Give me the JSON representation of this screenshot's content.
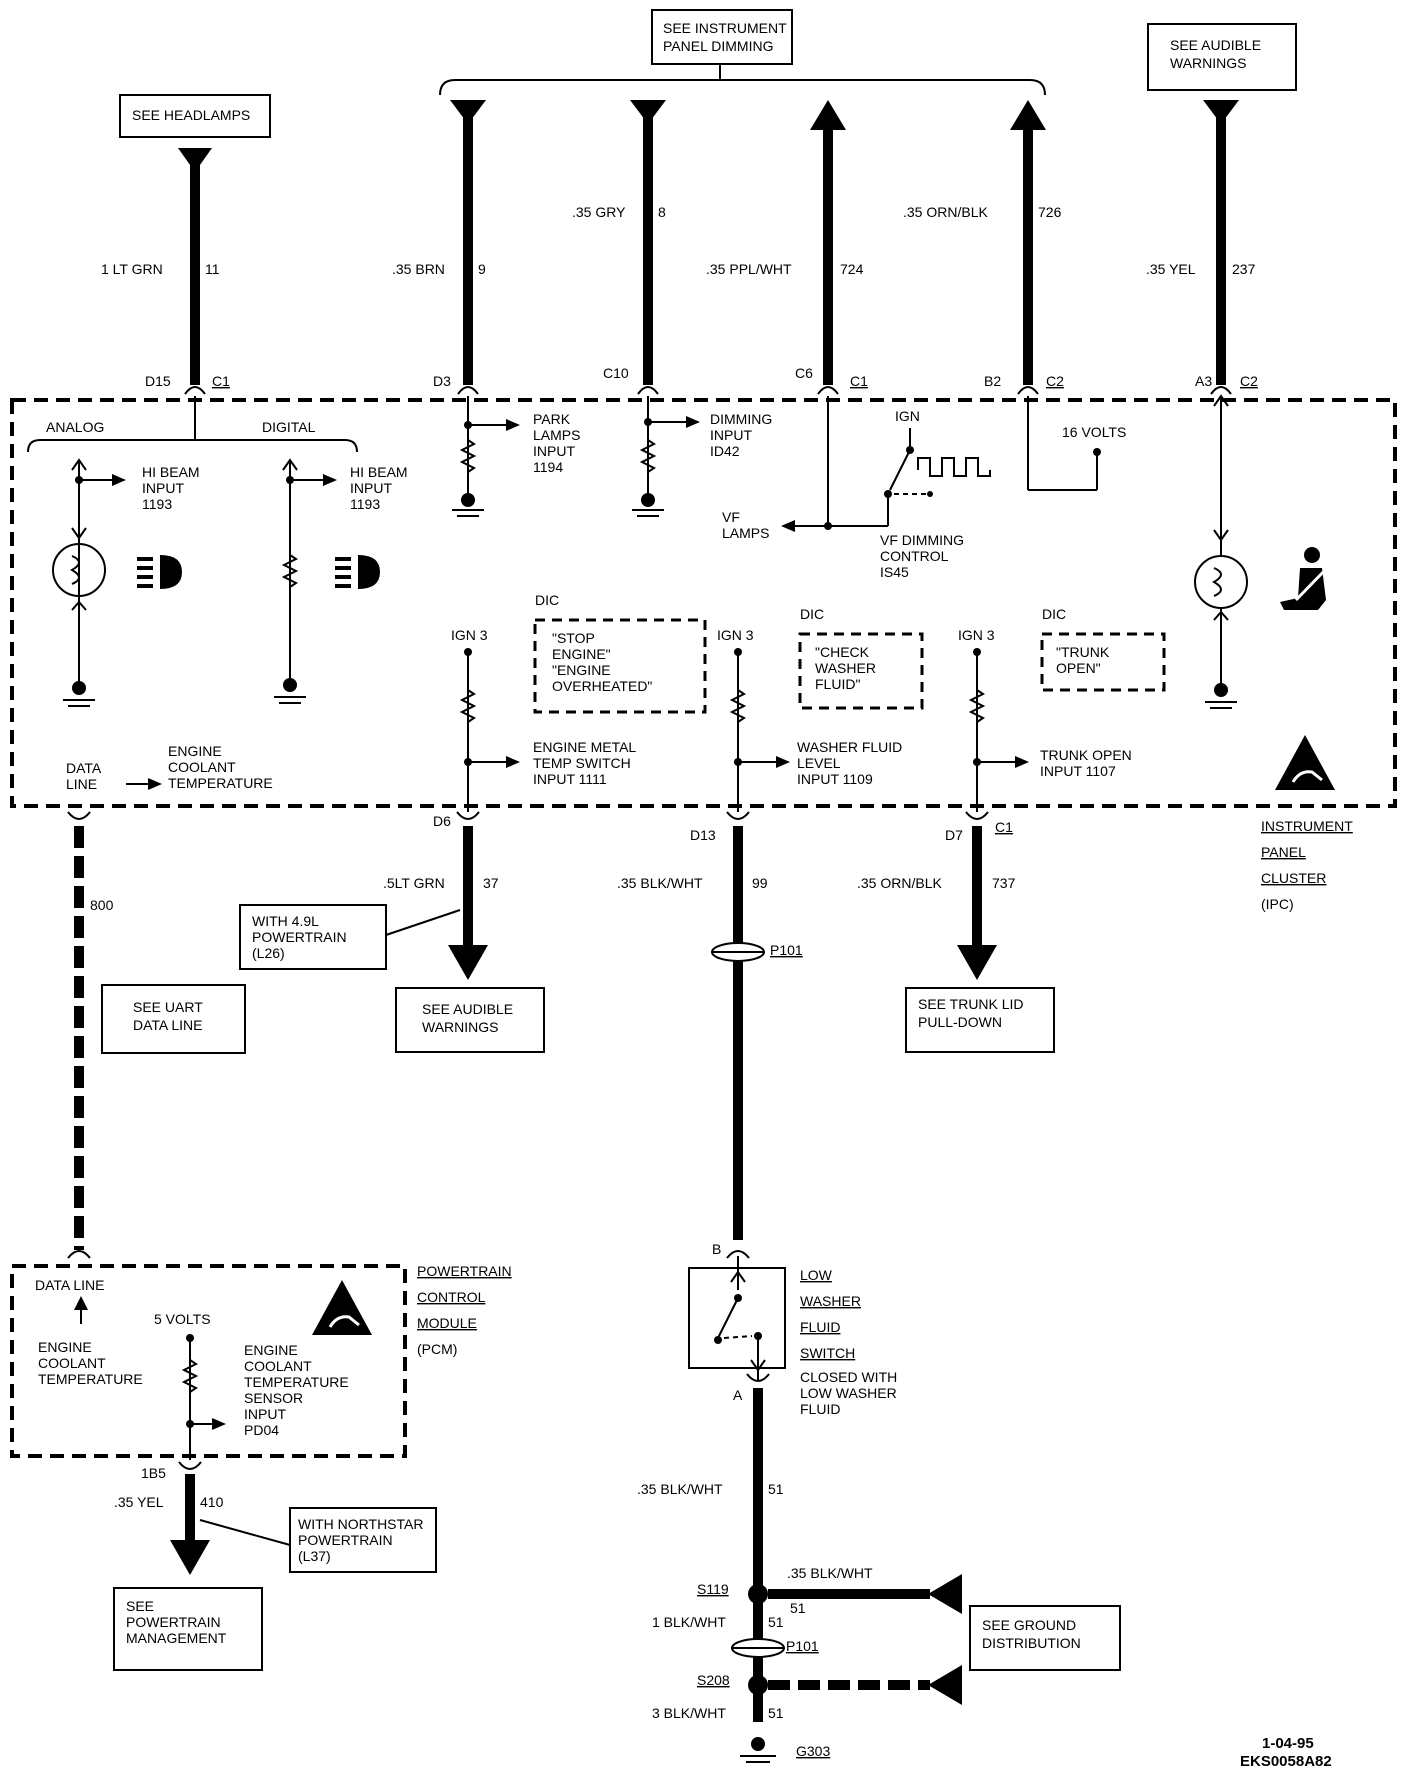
{
  "ref": {
    "see_headlamps": "SEE HEADLAMPS",
    "see_ip_dimming": [
      "SEE INSTRUMENT",
      "PANEL DIMMING"
    ],
    "see_audible_top": [
      "SEE AUDIBLE",
      "WARNINGS"
    ],
    "see_audible_bottom": [
      "SEE AUDIBLE",
      "WARNINGS"
    ],
    "see_uart": [
      "SEE UART",
      "DATA LINE"
    ],
    "see_trunk_lid": [
      "SEE TRUNK LID",
      "PULL-DOWN"
    ],
    "see_powertrain_mgmt": [
      "SEE",
      "POWERTRAIN",
      "MANAGEMENT"
    ],
    "see_ground_dist": [
      "SEE GROUND",
      "DISTRIBUTION"
    ]
  },
  "wires": {
    "w11": {
      "gauge": "1 LT GRN",
      "circuit": "11"
    },
    "w9": {
      "gauge": ".35 BRN",
      "circuit": "9"
    },
    "w8": {
      "gauge": ".35 GRY",
      "circuit": "8"
    },
    "w724": {
      "gauge": ".35 PPL/WHT",
      "circuit": "724"
    },
    "w726": {
      "gauge": ".35 ORN/BLK",
      "circuit": "726"
    },
    "w237": {
      "gauge": ".35 YEL",
      "circuit": "237"
    },
    "w800": {
      "circuit": "800"
    },
    "w37": {
      "gauge": ".5LT GRN",
      "circuit": "37"
    },
    "w99": {
      "gauge": ".35 BLK/WHT",
      "circuit": "99"
    },
    "w737": {
      "gauge": ".35 ORN/BLK",
      "circuit": "737"
    },
    "w410": {
      "gauge": ".35 YEL",
      "circuit": "410"
    },
    "w51a": {
      "gauge": ".35 BLK/WHT",
      "circuit": "51"
    },
    "w51b": {
      "gauge": ".35 BLK/WHT",
      "circuit": "51"
    },
    "w51c": {
      "gauge": "1 BLK/WHT",
      "circuit": "51"
    },
    "w51d": {
      "gauge": "3 BLK/WHT",
      "circuit": "51"
    }
  },
  "pins": {
    "d15": "D15",
    "c1a": "C1",
    "d3": "D3",
    "c10": "C10",
    "c6": "C6",
    "c1b": "C1",
    "b2": "B2",
    "c2a": "C2",
    "a3": "A3",
    "c2b": "C2",
    "d6": "D6",
    "d13": "D13",
    "d7": "D7",
    "c1c": "C1",
    "b": "B",
    "a": "A",
    "b5": "1B5"
  },
  "ipc": {
    "analog": "ANALOG",
    "digital": "DIGITAL",
    "hi_beam_a": [
      "HI BEAM",
      "INPUT",
      "1193"
    ],
    "hi_beam_d": [
      "HI BEAM",
      "INPUT",
      "1193"
    ],
    "park": [
      "PARK",
      "LAMPS",
      "INPUT",
      "1194"
    ],
    "dimming": [
      "DIMMING",
      "INPUT",
      "ID42"
    ],
    "ign": "IGN",
    "vf_lamps": [
      "VF",
      "LAMPS"
    ],
    "vf_dimming": [
      "VF DIMMING",
      "CONTROL",
      "IS45"
    ],
    "sixteen_volts": "16 VOLTS",
    "dic1": "DIC",
    "dic1_msg": [
      "\"STOP",
      "ENGINE\"",
      "\"ENGINE",
      "OVERHEATED\""
    ],
    "dic2": "DIC",
    "dic2_msg": [
      "\"CHECK",
      "WASHER",
      "FLUID\""
    ],
    "dic3": "DIC",
    "dic3_msg": [
      "\"TRUNK",
      "OPEN\""
    ],
    "ign3_a": "IGN 3",
    "ign3_b": "IGN 3",
    "ign3_c": "IGN 3",
    "data_line": [
      "DATA",
      "LINE"
    ],
    "ect": [
      "ENGINE",
      "COOLANT",
      "TEMPERATURE"
    ],
    "engine_metal": [
      "ENGINE METAL",
      "TEMP SWITCH",
      "INPUT 1111"
    ],
    "washer_level": [
      "WASHER FLUID",
      "LEVEL",
      "INPUT 1109"
    ],
    "trunk_open": [
      "TRUNK OPEN",
      "INPUT 1107"
    ],
    "name": [
      "INSTRUMENT",
      "PANEL",
      "CLUSTER",
      "(IPC)"
    ]
  },
  "pcm": {
    "data_line": "DATA LINE",
    "ect": [
      "ENGINE",
      "COOLANT",
      "TEMPERATURE"
    ],
    "five_volts": "5 VOLTS",
    "sensor": [
      "ENGINE",
      "COOLANT",
      "TEMPERATURE",
      "SENSOR",
      "INPUT",
      "PD04"
    ],
    "name": [
      "POWERTRAIN",
      "CONTROL",
      "MODULE",
      "(PCM)"
    ]
  },
  "notes": {
    "l26": [
      "WITH 4.9L",
      "POWERTRAIN",
      "(L26)"
    ],
    "l37": [
      "WITH NORTHSTAR",
      "POWERTRAIN",
      "(L37)"
    ]
  },
  "switch": {
    "name": [
      "LOW",
      "WASHER",
      "FLUID",
      "SWITCH"
    ],
    "desc": [
      "CLOSED WITH",
      "LOW WASHER",
      "FLUID"
    ]
  },
  "conn": {
    "p101a": "P101",
    "p101b": "P101",
    "s119": "S119",
    "s208": "S208",
    "g303": "G303"
  },
  "footer": {
    "date": "1-04-95",
    "code": "EKS0058A82"
  }
}
